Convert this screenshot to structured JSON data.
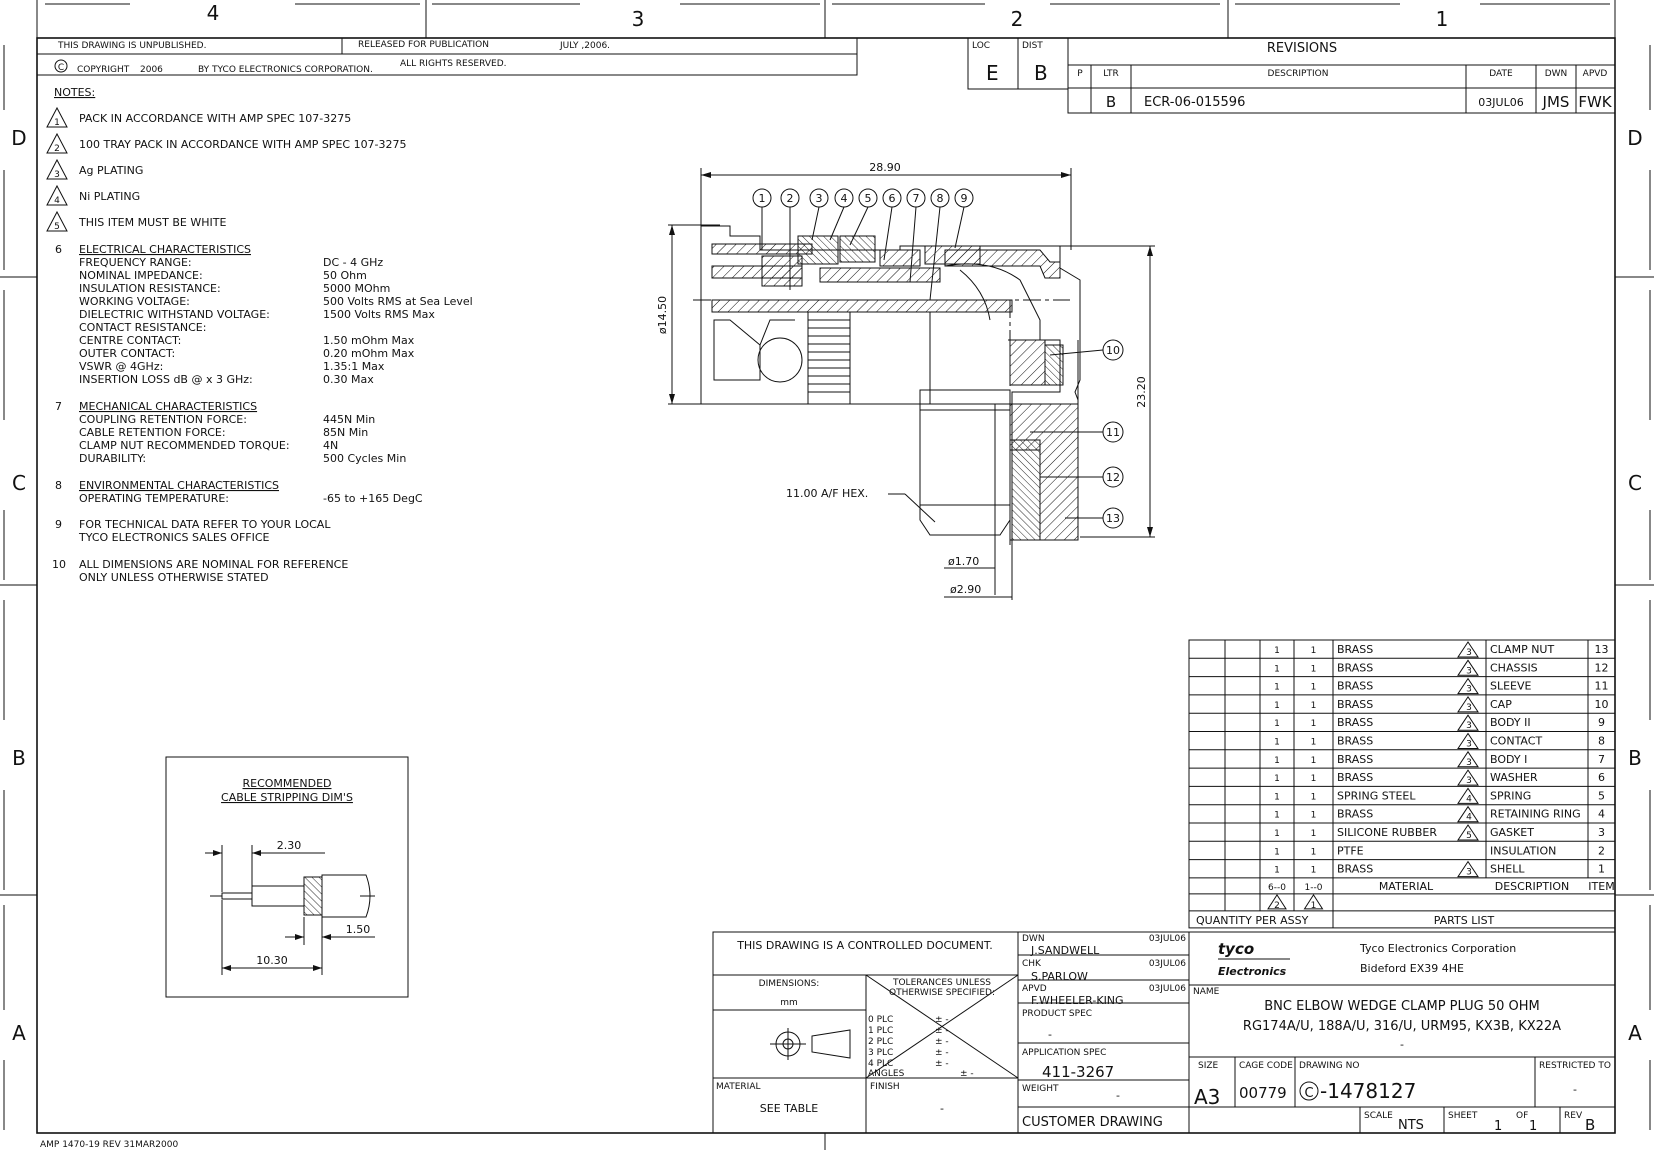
{
  "border": {
    "col_labels": [
      "4",
      "3",
      "2",
      "1"
    ],
    "row_labels": [
      "D",
      "C",
      "B",
      "A"
    ]
  },
  "header": {
    "unpublished": "THIS DRAWING IS UNPUBLISHED.",
    "released": "RELEASED FOR PUBLICATION",
    "release_date": "JULY ,2006.",
    "copyright_symbol": "C",
    "copyright": "COPYRIGHT",
    "copyright_year": "2006",
    "copyright_by": "BY TYCO ELECTRONICS CORPORATION.",
    "rights": "ALL RIGHTS RESERVED.",
    "loc_label": "LOC",
    "loc_value": "E",
    "dist_label": "DIST",
    "dist_value": "B"
  },
  "revisions": {
    "title": "REVISIONS",
    "columns": [
      "P",
      "LTR",
      "DESCRIPTION",
      "DATE",
      "DWN",
      "APVD"
    ],
    "rows": [
      {
        "ltr": "B",
        "description": "ECR-06-015596",
        "date": "03JUL06",
        "dwn": "JMS",
        "apvd": "FWK"
      }
    ]
  },
  "notes": {
    "title": "NOTES:",
    "flagged": [
      {
        "num": "1",
        "text": "PACK IN ACCORDANCE WITH AMP SPEC 107-3275"
      },
      {
        "num": "2",
        "text": "100 TRAY PACK IN ACCORDANCE WITH AMP SPEC 107-3275"
      },
      {
        "num": "3",
        "text": "Ag PLATING"
      },
      {
        "num": "4",
        "text": "Ni PLATING"
      },
      {
        "num": "5",
        "text": "THIS ITEM MUST BE WHITE"
      }
    ],
    "electrical": {
      "num": "6",
      "title": "ELECTRICAL CHARACTERISTICS",
      "rows": [
        {
          "label": "FREQUENCY RANGE:",
          "value": "DC - 4 GHz"
        },
        {
          "label": "NOMINAL IMPEDANCE:",
          "value": "50 Ohm"
        },
        {
          "label": "INSULATION RESISTANCE:",
          "value": "5000 MOhm"
        },
        {
          "label": "WORKING VOLTAGE:",
          "value": "500 Volts RMS at Sea Level"
        },
        {
          "label": "DIELECTRIC WITHSTAND VOLTAGE:",
          "value": "1500 Volts RMS Max"
        },
        {
          "label": "CONTACT RESISTANCE:",
          "value": ""
        },
        {
          "label": "CENTRE CONTACT:",
          "value": "1.50 mOhm Max"
        },
        {
          "label": "OUTER CONTACT:",
          "value": "0.20 mOhm Max"
        },
        {
          "label": "VSWR @ 4GHz:",
          "value": "1.35:1 Max"
        },
        {
          "label": "INSERTION LOSS dB @ x 3 GHz:",
          "value": "0.30 Max"
        }
      ]
    },
    "mechanical": {
      "num": "7",
      "title": "MECHANICAL CHARACTERISTICS",
      "rows": [
        {
          "label": "COUPLING RETENTION FORCE:",
          "value": "445N Min"
        },
        {
          "label": "CABLE RETENTION FORCE:",
          "value": "85N Min"
        },
        {
          "label": "CLAMP NUT RECOMMENDED TORQUE:",
          "value": "4N"
        },
        {
          "label": "DURABILITY:",
          "value": "500 Cycles Min"
        }
      ]
    },
    "environmental": {
      "num": "8",
      "title": "ENVIRONMENTAL CHARACTERISTICS",
      "rows": [
        {
          "label": "OPERATING TEMPERATURE:",
          "value": "-65 to +165 DegC"
        }
      ]
    },
    "note9": {
      "num": "9",
      "line1": "FOR TECHNICAL DATA REFER TO YOUR LOCAL",
      "line2": "TYCO ELECTRONICS SALES OFFICE"
    },
    "note10": {
      "num": "10",
      "line1": "ALL DIMENSIONS ARE NOMINAL FOR REFERENCE",
      "line2": "ONLY UNLESS OTHERWISE STATED"
    }
  },
  "drawing": {
    "dim_width": "28.90",
    "dim_height": "23.20",
    "dim_dia_left": "ø14.50",
    "dim_hex": "11.00 A/F HEX.",
    "dim_d1": "ø1.70",
    "dim_d2": "ø2.90",
    "callouts_top": [
      "1",
      "2",
      "3",
      "4",
      "5",
      "6",
      "7",
      "8",
      "9"
    ],
    "callouts_side": [
      "10",
      "11",
      "12",
      "13"
    ]
  },
  "stripping": {
    "title1": "RECOMMENDED",
    "title2": "CABLE STRIPPING DIM'S",
    "dim_a": "2.30",
    "dim_b": "1.50",
    "dim_c": "10.30"
  },
  "parts_list": {
    "rows": [
      {
        "qty1": "1",
        "qty2": "1",
        "material": "BRASS",
        "flag": "3",
        "description": "CLAMP NUT",
        "item": "13"
      },
      {
        "qty1": "1",
        "qty2": "1",
        "material": "BRASS",
        "flag": "3",
        "description": "CHASSIS",
        "item": "12"
      },
      {
        "qty1": "1",
        "qty2": "1",
        "material": "BRASS",
        "flag": "3",
        "description": "SLEEVE",
        "item": "11"
      },
      {
        "qty1": "1",
        "qty2": "1",
        "material": "BRASS",
        "flag": "3",
        "description": "CAP",
        "item": "10"
      },
      {
        "qty1": "1",
        "qty2": "1",
        "material": "BRASS",
        "flag": "3",
        "description": "BODY II",
        "item": "9"
      },
      {
        "qty1": "1",
        "qty2": "1",
        "material": "BRASS",
        "flag": "3",
        "description": "CONTACT",
        "item": "8"
      },
      {
        "qty1": "1",
        "qty2": "1",
        "material": "BRASS",
        "flag": "3",
        "description": "BODY I",
        "item": "7"
      },
      {
        "qty1": "1",
        "qty2": "1",
        "material": "BRASS",
        "flag": "3",
        "description": "WASHER",
        "item": "6"
      },
      {
        "qty1": "1",
        "qty2": "1",
        "material": "SPRING STEEL",
        "flag": "4",
        "description": "SPRING",
        "item": "5"
      },
      {
        "qty1": "1",
        "qty2": "1",
        "material": "BRASS",
        "flag": "4",
        "description": "RETAINING RING",
        "item": "4"
      },
      {
        "qty1": "1",
        "qty2": "1",
        "material": "SILICONE RUBBER",
        "flag": "5",
        "description": "GASKET",
        "item": "3"
      },
      {
        "qty1": "1",
        "qty2": "1",
        "material": "PTFE",
        "flag": "",
        "description": "INSULATION",
        "item": "2"
      },
      {
        "qty1": "1",
        "qty2": "1",
        "material": "BRASS",
        "flag": "3",
        "description": "SHELL",
        "item": "1"
      }
    ],
    "col_qty1": "6--0",
    "col_qty2": "1--0",
    "col_material": "MATERIAL",
    "col_description": "DESCRIPTION",
    "col_item": "ITEM",
    "flag_qty1": "2",
    "flag_qty2": "1",
    "quantity_label": "QUANTITY PER ASSY",
    "title": "PARTS LIST"
  },
  "title_block": {
    "controlled": "THIS DRAWING IS A CONTROLLED DOCUMENT.",
    "dimensions_label": "DIMENSIONS:",
    "dimensions_unit": "mm",
    "tolerances_label1": "TOLERANCES UNLESS",
    "tolerances_label2": "OTHERWISE SPECIFIED:",
    "plc": [
      "0 PLC",
      "1 PLC",
      "2 PLC",
      "3 PLC",
      "4 PLC"
    ],
    "plc_tol": "± -",
    "angles": "ANGLES",
    "angles_tol": "± -",
    "material_label": "MATERIAL",
    "material_value": "SEE TABLE",
    "finish_label": "FINISH",
    "finish_value": "-",
    "dwn_label": "DWN",
    "dwn_name": "J.SANDWELL",
    "dwn_date": "03JUL06",
    "chk_label": "CHK",
    "chk_name": "S.PARLOW",
    "chk_date": "03JUL06",
    "apvd_label": "APVD",
    "apvd_name": "F.WHEELER-KING",
    "apvd_date": "03JUL06",
    "product_spec_label": "PRODUCT SPEC",
    "product_spec_value": "-",
    "application_spec_label": "APPLICATION SPEC",
    "application_spec_value": "411-3267",
    "weight_label": "WEIGHT",
    "weight_value": "-",
    "customer_drawing": "CUSTOMER DRAWING",
    "company_logo1": "tyco",
    "company_logo2": "Electronics",
    "company_name": "Tyco Electronics Corporation",
    "company_addr": "Bideford EX39 4HE",
    "name_label": "NAME",
    "name_line1": "BNC ELBOW WEDGE CLAMP PLUG 50 OHM",
    "name_line2": "RG174A/U, 188A/U, 316/U, URM95, KX3B, KX22A",
    "name_line3": "-",
    "size_label": "SIZE",
    "size_value": "A3",
    "cage_label": "CAGE CODE",
    "cage_value": "00779",
    "drawing_no_label": "DRAWING NO",
    "drawing_no_prefix": "C",
    "drawing_no_value": "-1478127",
    "restricted_label": "RESTRICTED TO",
    "restricted_value": "-",
    "scale_label": "SCALE",
    "scale_value": "NTS",
    "sheet_label": "SHEET",
    "sheet_value": "1",
    "of_label": "OF",
    "of_value": "1",
    "rev_label": "REV",
    "rev_value": "B"
  },
  "footer": {
    "form_ref": "AMP 1470-19 REV 31MAR2000"
  }
}
